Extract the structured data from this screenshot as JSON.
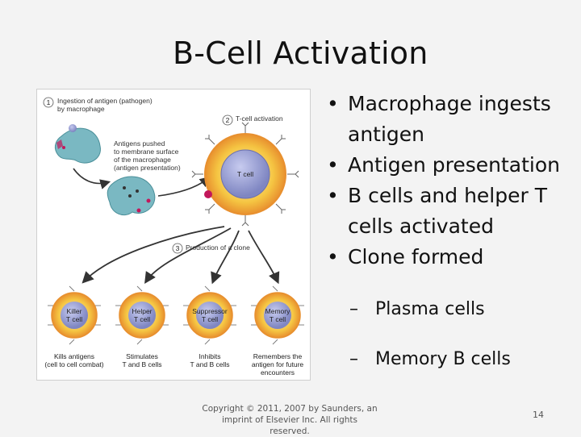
{
  "slide": {
    "title": "B-Cell Activation",
    "bullets": [
      "Macrophage ingests antigen",
      "Antigen presentation",
      "B cells and helper T cells activated",
      "Clone formed"
    ],
    "sub_bullets": [
      "Plasma cells",
      "Memory B cells"
    ],
    "copyright_line1": "Copyright © 2011, 2007 by Saunders, an",
    "copyright_line2": "imprint of Elsevier Inc. All rights reserved.",
    "page_number": "14"
  },
  "figure": {
    "step1_num": "1",
    "step1_line1": "Ingestion of antigen (pathogen)",
    "step1_line2": "by macrophage",
    "step2_num": "2",
    "step2_label": "T-cell activation",
    "step3_num": "3",
    "step3_label": "Production of a clone",
    "antigens_line1": "Antigens pushed",
    "antigens_line2": "to membrane surface",
    "antigens_line3": "of the macrophage",
    "antigens_line4": "(antigen presentation)",
    "tcell_label": "T cell",
    "cells": [
      {
        "name1": "Killer",
        "name2": "T cell",
        "desc1": "Kills antigens",
        "desc2": "(cell to cell combat)",
        "desc3": ""
      },
      {
        "name1": "Helper",
        "name2": "T cell",
        "desc1": "Stimulates",
        "desc2": "T and B cells",
        "desc3": ""
      },
      {
        "name1": "Suppressor",
        "name2": "T cell",
        "desc1": "Inhibits",
        "desc2": "T and B cells",
        "desc3": ""
      },
      {
        "name1": "Memory",
        "name2": "T cell",
        "desc1": "Remembers the",
        "desc2": "antigen for future",
        "desc3": "encounters"
      }
    ],
    "colors": {
      "cell_outer": "#f5c542",
      "cell_ring": "#e8902f",
      "nucleus": "#9fa3cf",
      "macrophage": "#7ab8c2",
      "antigen": "#c2185b"
    }
  }
}
